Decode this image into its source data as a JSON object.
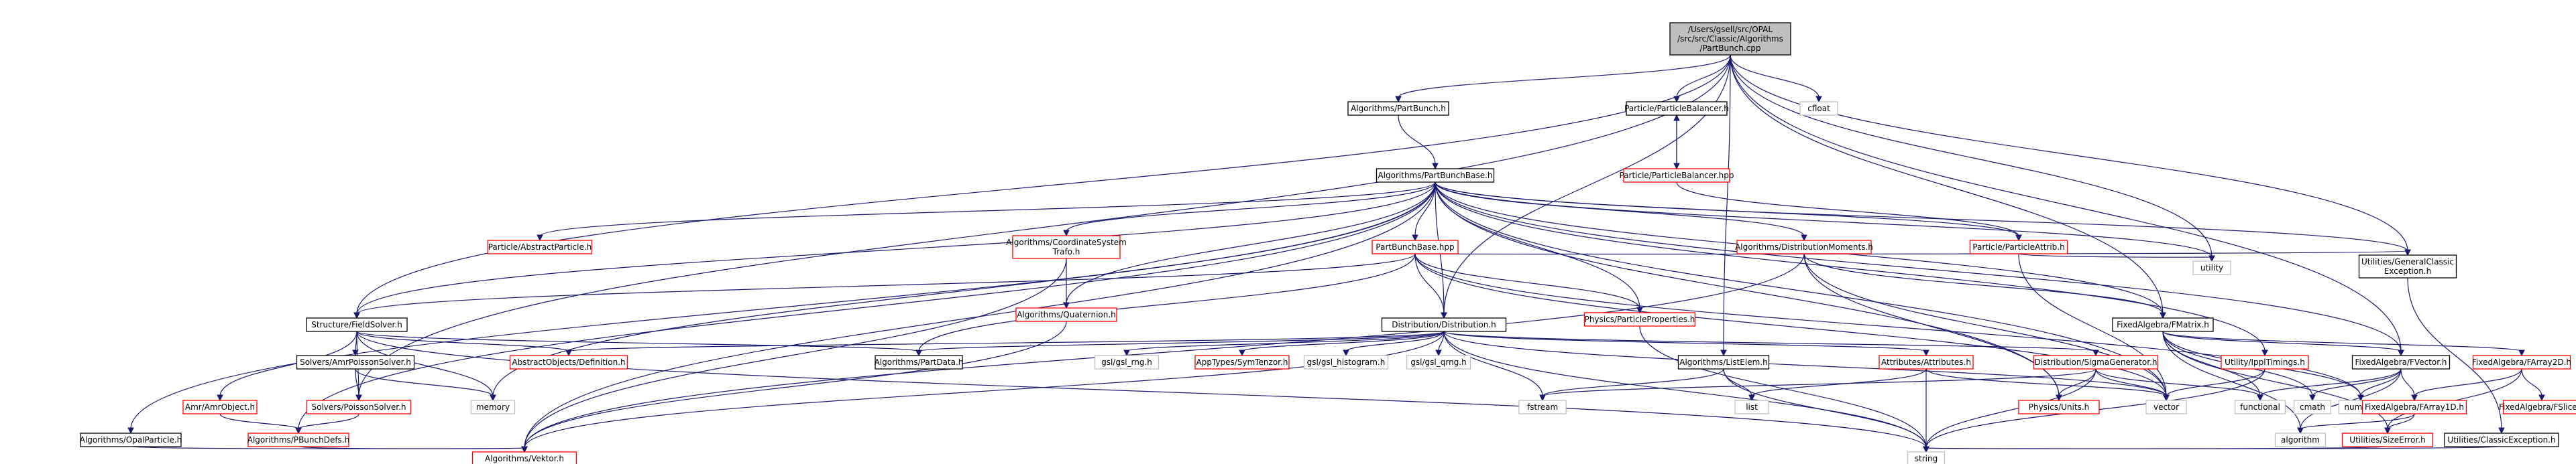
{
  "colors": {
    "edge": "#191970",
    "border_black": "#000000",
    "border_red": "#ff0000",
    "border_gray": "#bfbfbf",
    "root_fill": "#bfbfbf",
    "fill": "#ffffff"
  },
  "nodes": [
    {
      "id": "root",
      "lines": [
        "/Users/gsell/src/OPAL",
        "/src/src/Classic/Algorithms",
        "/PartBunch.cpp"
      ],
      "style": "root"
    },
    {
      "id": "algPartBunchH",
      "lines": [
        "Algorithms/PartBunch.h"
      ],
      "style": "black"
    },
    {
      "id": "particleBalancerH",
      "lines": [
        "Particle/ParticleBalancer.h"
      ],
      "style": "black"
    },
    {
      "id": "cfloat",
      "lines": [
        "cfloat"
      ],
      "style": "gray"
    },
    {
      "id": "partBunchBaseH",
      "lines": [
        "Algorithms/PartBunchBase.h"
      ],
      "style": "black"
    },
    {
      "id": "particleBalancerHpp",
      "lines": [
        "Particle/ParticleBalancer.hpp"
      ],
      "style": "red"
    },
    {
      "id": "abstractParticle",
      "lines": [
        "Particle/AbstractParticle.h"
      ],
      "style": "red"
    },
    {
      "id": "coordTrafo",
      "lines": [
        "Algorithms/CoordinateSystem",
        "Trafo.h"
      ],
      "style": "red"
    },
    {
      "id": "partBunchBaseHpp",
      "lines": [
        "PartBunchBase.hpp"
      ],
      "style": "red"
    },
    {
      "id": "distMoments",
      "lines": [
        "Algorithms/DistributionMoments.h"
      ],
      "style": "red"
    },
    {
      "id": "particleAttrib",
      "lines": [
        "Particle/ParticleAttrib.h"
      ],
      "style": "red"
    },
    {
      "id": "generalClassicException",
      "lines": [
        "Utilities/GeneralClassic",
        "Exception.h"
      ],
      "style": "black"
    },
    {
      "id": "fieldSolver",
      "lines": [
        "Structure/FieldSolver.h"
      ],
      "style": "black"
    },
    {
      "id": "quaternion",
      "lines": [
        "Algorithms/Quaternion.h"
      ],
      "style": "red"
    },
    {
      "id": "physicsProps",
      "lines": [
        "Physics/ParticleProperties.h"
      ],
      "style": "red"
    },
    {
      "id": "distribution",
      "lines": [
        "Distribution/Distribution.h"
      ],
      "style": "black"
    },
    {
      "id": "fixedMatrix",
      "lines": [
        "FixedAlgebra/FMatrix.h"
      ],
      "style": "black"
    },
    {
      "id": "utility",
      "lines": [
        "utility"
      ],
      "style": "gray"
    },
    {
      "id": "amrPoissonSolver",
      "lines": [
        "Solvers/AmrPoissonSolver.h"
      ],
      "style": "black"
    },
    {
      "id": "abstractObjectsDef",
      "lines": [
        "AbstractObjects/Definition.h"
      ],
      "style": "red"
    },
    {
      "id": "partData",
      "lines": [
        "Algorithms/PartData.h"
      ],
      "style": "black"
    },
    {
      "id": "gslRng",
      "lines": [
        "gsl/gsl_rng.h"
      ],
      "style": "gray"
    },
    {
      "id": "symTenzor",
      "lines": [
        "AppTypes/SymTenzor.h"
      ],
      "style": "red"
    },
    {
      "id": "gslHistogram",
      "lines": [
        "gsl/gsl_histogram.h"
      ],
      "style": "gray"
    },
    {
      "id": "gslQrng",
      "lines": [
        "gsl/gsl_qrng.h"
      ],
      "style": "gray"
    },
    {
      "id": "listElem",
      "lines": [
        "Algorithms/ListElem.h"
      ],
      "style": "black"
    },
    {
      "id": "attributes",
      "lines": [
        "Attributes/Attributes.h"
      ],
      "style": "red"
    },
    {
      "id": "sigmaGenerator",
      "lines": [
        "Distribution/SigmaGenerator.h"
      ],
      "style": "red"
    },
    {
      "id": "ipplTimings",
      "lines": [
        "Utility/IpplTimings.h"
      ],
      "style": "red"
    },
    {
      "id": "fixedVector",
      "lines": [
        "FixedAlgebra/FVector.h"
      ],
      "style": "black"
    },
    {
      "id": "fixedArray2D",
      "lines": [
        "FixedAlgebra/FArray2D.h"
      ],
      "style": "red"
    },
    {
      "id": "amrObject",
      "lines": [
        "Amr/AmrObject.h"
      ],
      "style": "red"
    },
    {
      "id": "memory",
      "lines": [
        "memory"
      ],
      "style": "gray"
    },
    {
      "id": "poissonSolver",
      "lines": [
        "Solvers/PoissonSolver.h"
      ],
      "style": "red"
    },
    {
      "id": "fstream",
      "lines": [
        "fstream"
      ],
      "style": "gray"
    },
    {
      "id": "list",
      "lines": [
        "list"
      ],
      "style": "gray"
    },
    {
      "id": "physicsUnits",
      "lines": [
        "Physics/Units.h"
      ],
      "style": "red"
    },
    {
      "id": "vector",
      "lines": [
        "vector"
      ],
      "style": "gray"
    },
    {
      "id": "functional",
      "lines": [
        "functional"
      ],
      "style": "gray"
    },
    {
      "id": "cmath",
      "lines": [
        "cmath"
      ],
      "style": "gray"
    },
    {
      "id": "numeric",
      "lines": [
        "numeric"
      ],
      "style": "gray"
    },
    {
      "id": "fixedArray1D",
      "lines": [
        "FixedAlgebra/FArray1D.h"
      ],
      "style": "red"
    },
    {
      "id": "fslice",
      "lines": [
        "FixedAlgebra/FSlice.h"
      ],
      "style": "red"
    },
    {
      "id": "opalParticle",
      "lines": [
        "Algorithms/OpalParticle.h"
      ],
      "style": "black"
    },
    {
      "id": "pbunchDefs",
      "lines": [
        "Algorithms/PBunchDefs.h"
      ],
      "style": "red"
    },
    {
      "id": "algorithm",
      "lines": [
        "algorithm"
      ],
      "style": "gray"
    },
    {
      "id": "sizeError",
      "lines": [
        "Utilities/SizeError.h"
      ],
      "style": "red"
    },
    {
      "id": "classicException",
      "lines": [
        "Utilities/ClassicException.h"
      ],
      "style": "black"
    },
    {
      "id": "vektor",
      "lines": [
        "Algorithms/Vektor.h"
      ],
      "style": "red"
    },
    {
      "id": "string",
      "lines": [
        "string"
      ],
      "style": "gray"
    }
  ],
  "edges": [
    [
      "root",
      "algPartBunchH"
    ],
    [
      "root",
      "particleBalancerH"
    ],
    [
      "root",
      "cfloat"
    ],
    [
      "root",
      "fieldSolver"
    ],
    [
      "root",
      "distribution"
    ],
    [
      "root",
      "listElem"
    ],
    [
      "root",
      "fixedMatrix"
    ],
    [
      "root",
      "fixedVector"
    ],
    [
      "root",
      "utility"
    ],
    [
      "root",
      "generalClassicException"
    ],
    [
      "root",
      "poissonSolver"
    ],
    [
      "algPartBunchH",
      "partBunchBaseH"
    ],
    [
      "particleBalancerH",
      "particleBalancerHpp"
    ],
    [
      "particleBalancerHpp",
      "particleBalancerH"
    ],
    [
      "particleBalancerHpp",
      "particleAttrib"
    ],
    [
      "partBunchBaseH",
      "abstractParticle"
    ],
    [
      "partBunchBaseH",
      "coordTrafo"
    ],
    [
      "partBunchBaseH",
      "partBunchBaseHpp"
    ],
    [
      "partBunchBaseH",
      "distMoments"
    ],
    [
      "partBunchBaseH",
      "particleAttrib"
    ],
    [
      "partBunchBaseH",
      "generalClassicException"
    ],
    [
      "partBunchBaseH",
      "fieldSolver"
    ],
    [
      "partBunchBaseH",
      "quaternion"
    ],
    [
      "partBunchBaseH",
      "physicsProps"
    ],
    [
      "partBunchBaseH",
      "distribution"
    ],
    [
      "partBunchBaseH",
      "fixedMatrix"
    ],
    [
      "partBunchBaseH",
      "utility"
    ],
    [
      "partBunchBaseH",
      "memory"
    ],
    [
      "partBunchBaseH",
      "vector"
    ],
    [
      "partBunchBaseH",
      "physicsUnits"
    ],
    [
      "partBunchBaseH",
      "ipplTimings"
    ],
    [
      "partBunchBaseH",
      "opalParticle"
    ],
    [
      "partBunchBaseH",
      "pbunchDefs"
    ],
    [
      "partBunchBaseH",
      "vektor"
    ],
    [
      "partBunchBaseH",
      "fixedVector"
    ],
    [
      "coordTrafo",
      "quaternion"
    ],
    [
      "coordTrafo",
      "vektor"
    ],
    [
      "partBunchBaseHpp",
      "fieldSolver"
    ],
    [
      "partBunchBaseHpp",
      "physicsProps"
    ],
    [
      "partBunchBaseHpp",
      "distribution"
    ],
    [
      "partBunchBaseHpp",
      "generalClassicException"
    ],
    [
      "partBunchBaseHpp",
      "partData"
    ],
    [
      "partBunchBaseHpp",
      "vector"
    ],
    [
      "partBunchBaseHpp",
      "numeric"
    ],
    [
      "distMoments",
      "fixedMatrix"
    ],
    [
      "distMoments",
      "vector"
    ],
    [
      "distMoments",
      "physicsUnits"
    ],
    [
      "distMoments",
      "vektor"
    ],
    [
      "particleAttrib",
      "utility"
    ],
    [
      "particleAttrib",
      "vector"
    ],
    [
      "generalClassicException",
      "classicException"
    ],
    [
      "fieldSolver",
      "amrPoissonSolver"
    ],
    [
      "fieldSolver",
      "abstractObjectsDef"
    ],
    [
      "fieldSolver",
      "partData"
    ],
    [
      "fieldSolver",
      "amrObject"
    ],
    [
      "fieldSolver",
      "memory"
    ],
    [
      "fieldSolver",
      "poissonSolver"
    ],
    [
      "fieldSolver",
      "string"
    ],
    [
      "quaternion",
      "vektor"
    ],
    [
      "physicsProps",
      "string"
    ],
    [
      "distribution",
      "abstractObjectsDef"
    ],
    [
      "distribution",
      "partData"
    ],
    [
      "distribution",
      "gslRng"
    ],
    [
      "distribution",
      "symTenzor"
    ],
    [
      "distribution",
      "gslHistogram"
    ],
    [
      "distribution",
      "gslQrng"
    ],
    [
      "distribution",
      "attributes"
    ],
    [
      "distribution",
      "sigmaGenerator"
    ],
    [
      "distribution",
      "fstream"
    ],
    [
      "distribution",
      "vector"
    ],
    [
      "distribution",
      "string"
    ],
    [
      "distribution",
      "vektor"
    ],
    [
      "fixedMatrix",
      "fixedVector"
    ],
    [
      "fixedMatrix",
      "fixedArray2D"
    ],
    [
      "fixedMatrix",
      "functional"
    ],
    [
      "fixedMatrix",
      "cmath"
    ],
    [
      "fixedMatrix",
      "numeric"
    ],
    [
      "fixedMatrix",
      "algorithm"
    ],
    [
      "fixedMatrix",
      "sizeError"
    ],
    [
      "amrPoissonSolver",
      "poissonSolver"
    ],
    [
      "amrPoissonSolver",
      "memory"
    ],
    [
      "listElem",
      "fstream"
    ],
    [
      "listElem",
      "list"
    ],
    [
      "listElem",
      "string"
    ],
    [
      "attributes",
      "list"
    ],
    [
      "attributes",
      "vector"
    ],
    [
      "attributes",
      "string"
    ],
    [
      "sigmaGenerator",
      "physicsUnits"
    ],
    [
      "sigmaGenerator",
      "vector"
    ],
    [
      "sigmaGenerator",
      "functional"
    ],
    [
      "sigmaGenerator",
      "fstream"
    ],
    [
      "sigmaGenerator",
      "string"
    ],
    [
      "ipplTimings",
      "vector"
    ],
    [
      "ipplTimings",
      "string"
    ],
    [
      "fixedVector",
      "fixedArray1D"
    ],
    [
      "fixedVector",
      "functional"
    ],
    [
      "fixedVector",
      "cmath"
    ],
    [
      "fixedVector",
      "numeric"
    ],
    [
      "fixedVector",
      "algorithm"
    ],
    [
      "fixedArray2D",
      "fixedArray1D"
    ],
    [
      "fixedArray2D",
      "fslice"
    ],
    [
      "fixedArray2D",
      "sizeError"
    ],
    [
      "fixedArray1D",
      "algorithm"
    ],
    [
      "fixedArray1D",
      "sizeError"
    ],
    [
      "amrObject",
      "pbunchDefs"
    ],
    [
      "poissonSolver",
      "pbunchDefs"
    ],
    [
      "opalParticle",
      "vektor"
    ],
    [
      "pbunchDefs",
      "vektor"
    ],
    [
      "sizeError",
      "string"
    ],
    [
      "classicException",
      "string"
    ]
  ]
}
